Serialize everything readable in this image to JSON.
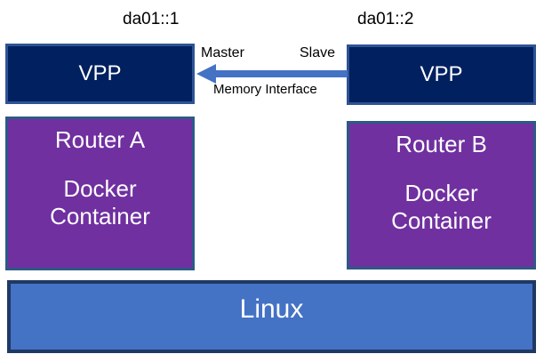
{
  "diagram": {
    "host1": {
      "address": "da01::1",
      "vpp_label": "VPP",
      "router": {
        "title": "Router A",
        "line1": "Docker",
        "line2": "Container"
      }
    },
    "host2": {
      "address": "da01::2",
      "vpp_label": "VPP",
      "router": {
        "title": "Router B",
        "line1": "Docker",
        "line2": "Container"
      }
    },
    "connection": {
      "master_label": "Master",
      "slave_label": "Slave",
      "interface_label": "Memory Interface",
      "direction": "arrow points from slave (right) to master (left)"
    },
    "os": {
      "label": "Linux"
    },
    "colors": {
      "background": "#FFFFFF",
      "vpp_fill": "#002060",
      "vpp_border": "#2E5395",
      "router_fill": "#7030A0",
      "router_border": "#2D5986",
      "linux_fill": "#4472C4",
      "linux_border": "#1F3864",
      "arrow": "#4472C4",
      "label_text": "#000000",
      "box_text": "#FFFFFF"
    }
  }
}
